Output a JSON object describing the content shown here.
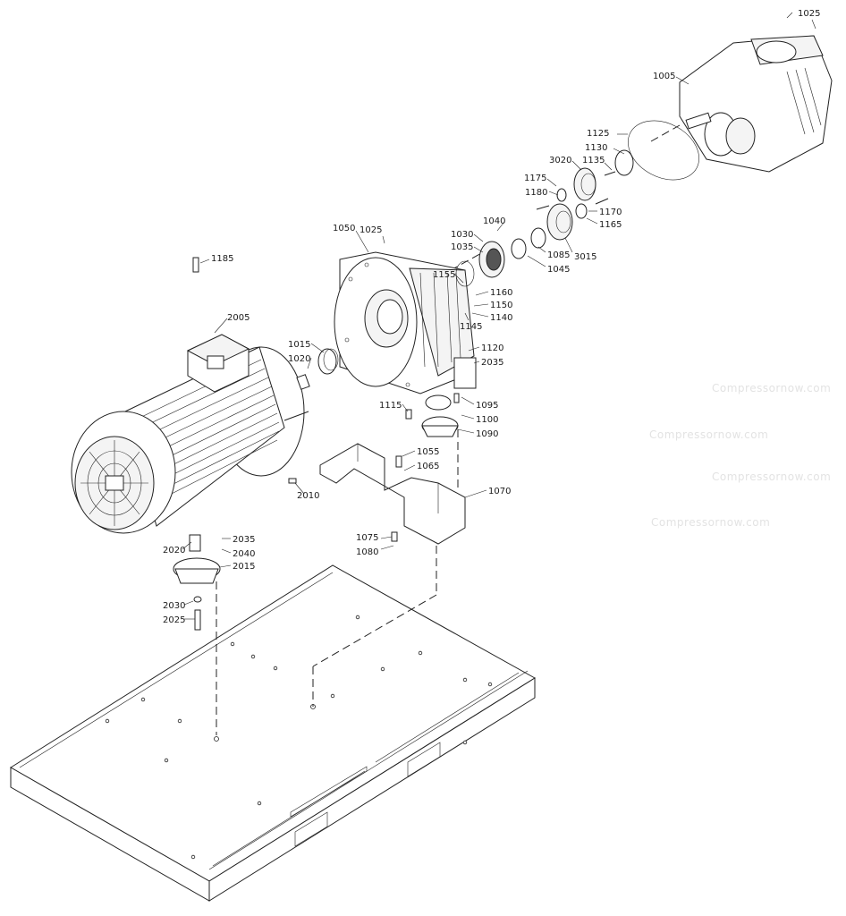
{
  "diagram": {
    "watermark": "Compressornow.com",
    "labels": [
      "1025",
      "1005",
      "1125",
      "1130",
      "3020",
      "1135",
      "1175",
      "1180",
      "1170",
      "1165",
      "1040",
      "1030",
      "1035",
      "3015",
      "1085",
      "1045",
      "1050",
      "1025",
      "1185",
      "1155",
      "1160",
      "1150",
      "1140",
      "1145",
      "2005",
      "1015",
      "1020",
      "1120",
      "2035",
      "1095",
      "1115",
      "1100",
      "1090",
      "1055",
      "1065",
      "2010",
      "1070",
      "2035",
      "1075",
      "1080",
      "2020",
      "2040",
      "2015",
      "2030",
      "2025"
    ]
  }
}
